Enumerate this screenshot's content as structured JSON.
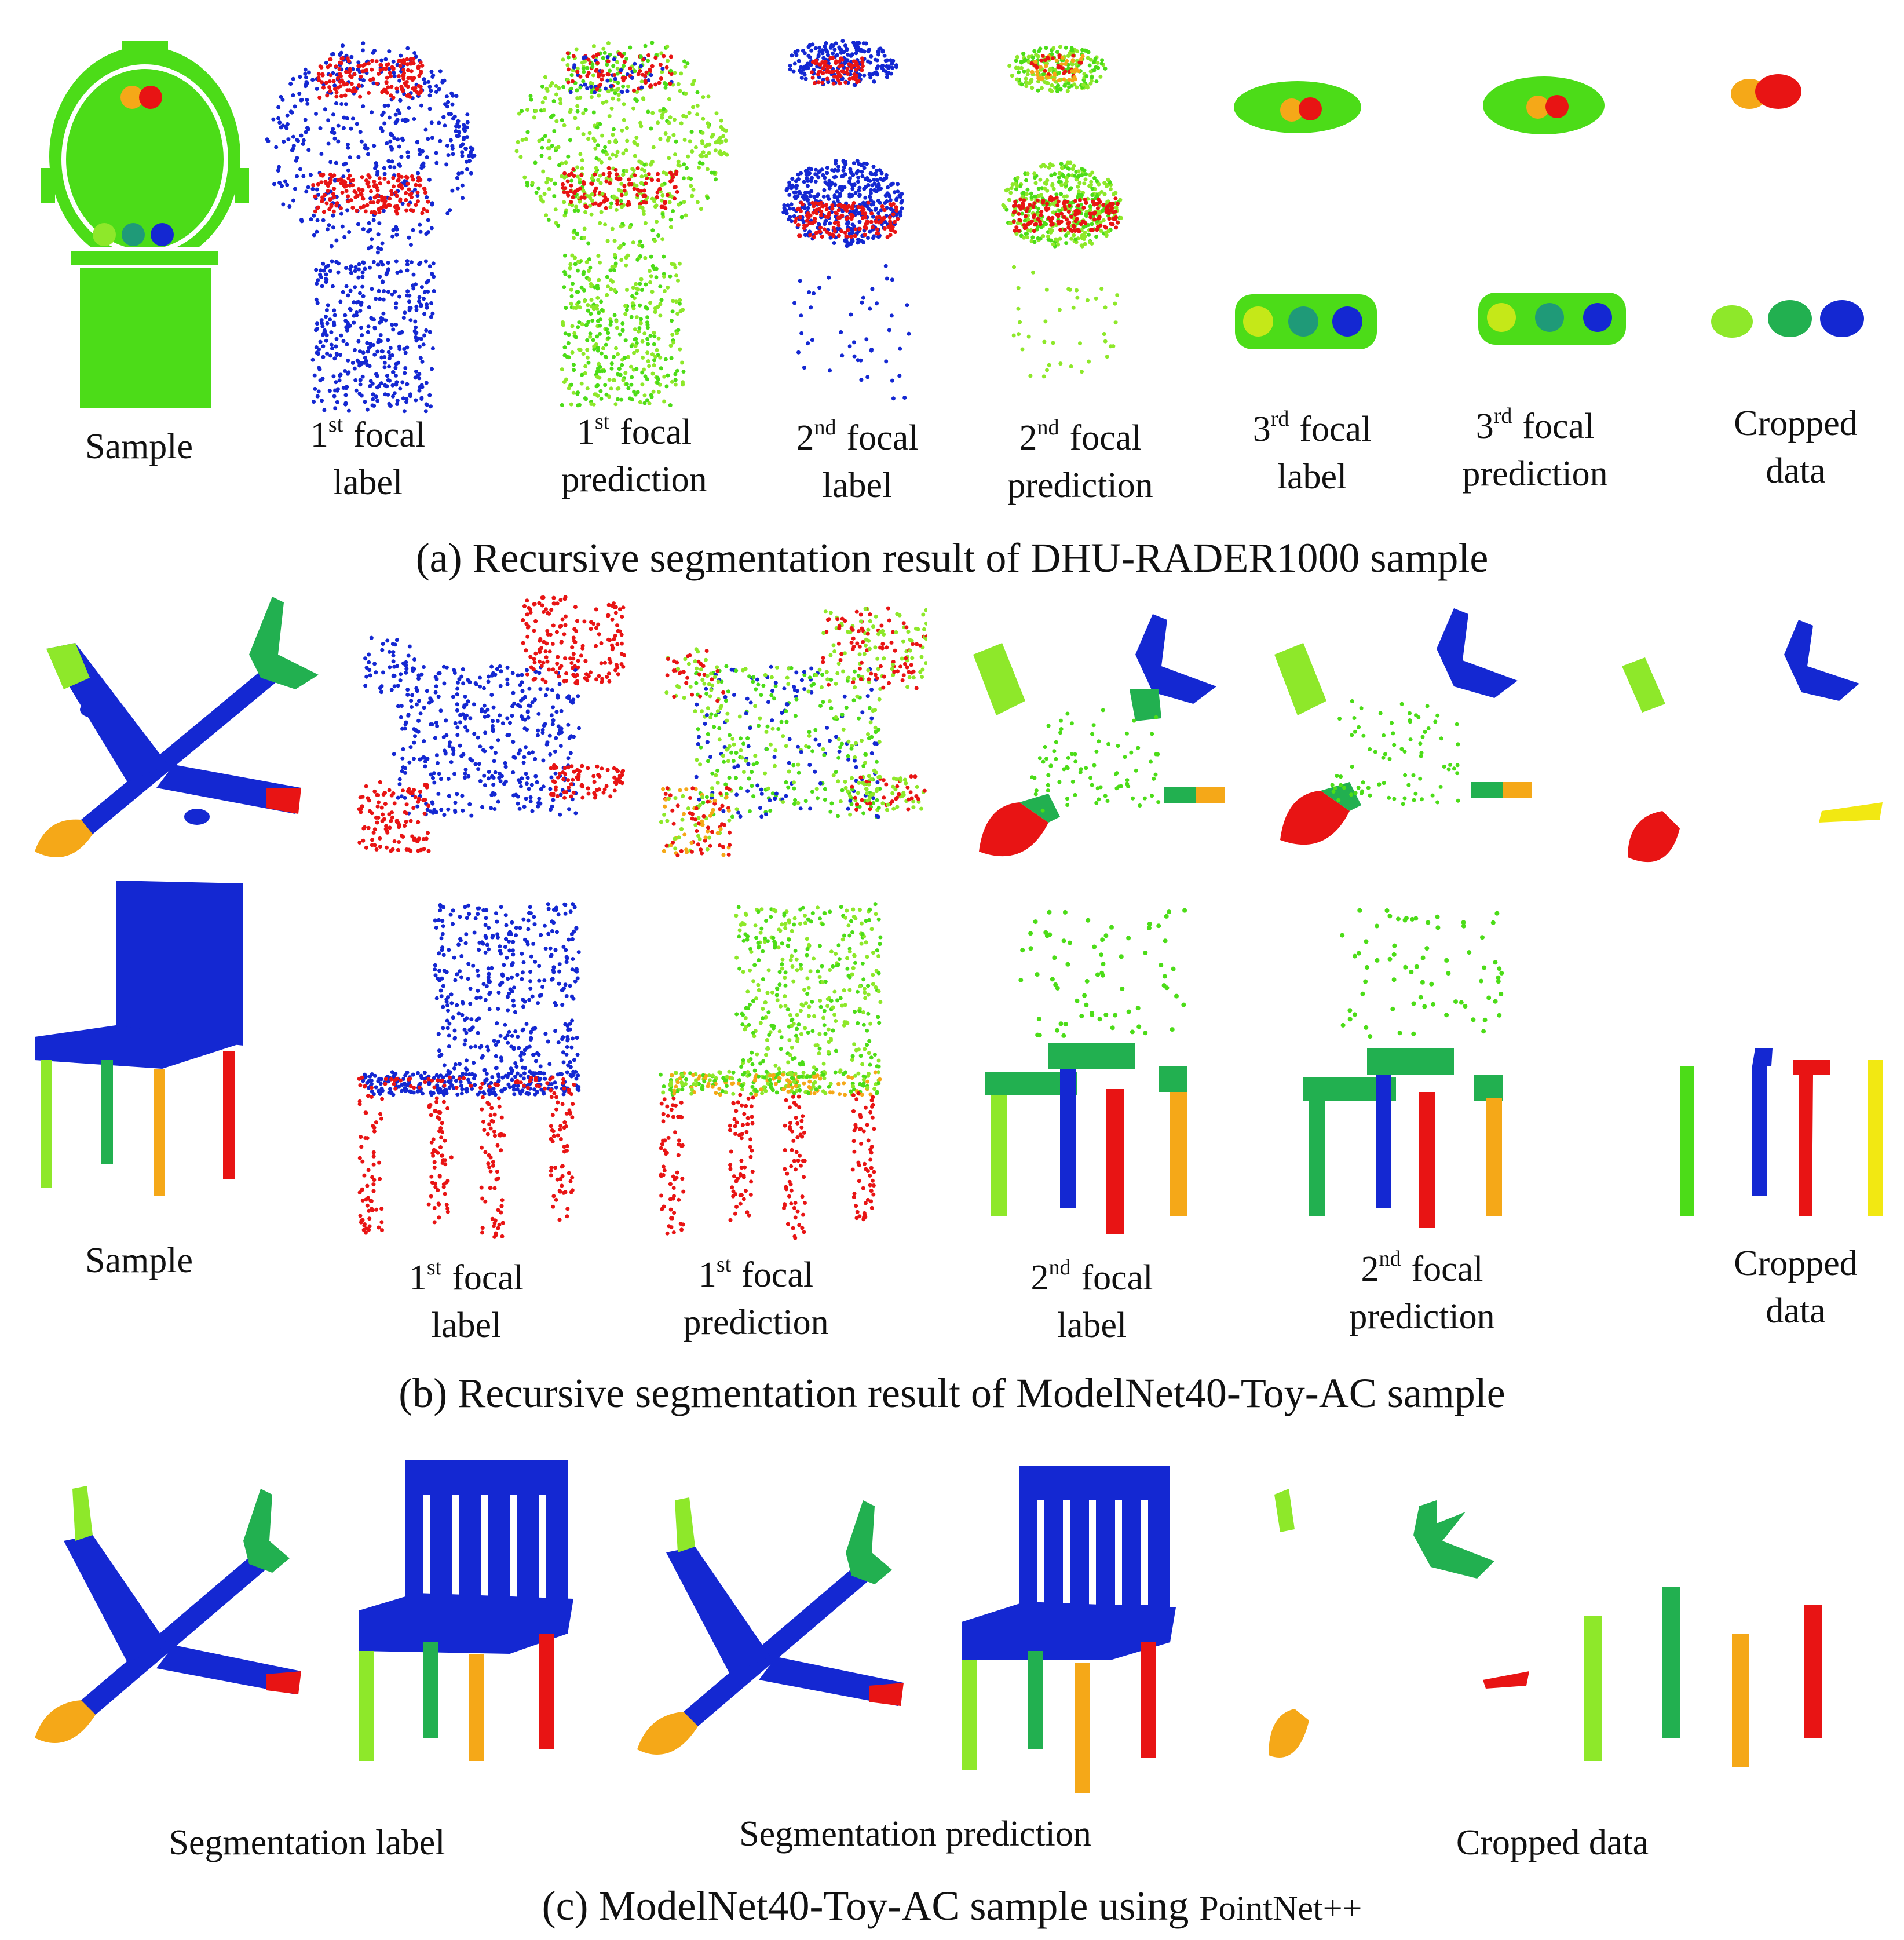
{
  "colors": {
    "green": "#4cdc18",
    "blue": "#1428d2",
    "red": "#e81414",
    "orange": "#f5a818",
    "lightgreen": "#8ee82a",
    "darkgreen": "#22b050",
    "teal": "#1f9a78",
    "yellow": "#f2e812"
  },
  "row_a": {
    "labels": {
      "sample": "Sample",
      "l1_ord": "st",
      "l1_a": "focal",
      "l1_b": "label",
      "p1_ord": "st",
      "p1_a": "focal",
      "p1_b": "prediction",
      "l2_ord": "nd",
      "l2_a": "focal",
      "l2_b": "label",
      "p2_ord": "nd",
      "p2_a": "focal",
      "p2_b": "prediction",
      "l3_ord": "rd",
      "l3_a": "focal",
      "l3_b": "label",
      "p3_ord": "rd",
      "p3_a": "focal",
      "p3_b": "prediction",
      "crop_a": "Cropped",
      "crop_b": "data"
    },
    "caption": "(a) Recursive  segmentation result of DHU-RADER1000 sample"
  },
  "row_b": {
    "labels": {
      "sample": "Sample",
      "l1_ord": "st",
      "l1_a": "focal",
      "l1_b": "label",
      "p1_ord": "st",
      "p1_a": "focal",
      "p1_b": "prediction",
      "l2_ord": "nd",
      "l2_a": "focal",
      "l2_b": "label",
      "p2_ord": "nd",
      "p2_a": "focal",
      "p2_b": "prediction",
      "crop_a": "Cropped",
      "crop_b": "data"
    },
    "caption": "(b) Recursive  segmentation result of  ModelNet40-Toy-AC sample"
  },
  "row_c": {
    "labels": {
      "seg_label": "Segmentation label",
      "seg_pred": "Segmentation prediction",
      "cropped": "Cropped data"
    },
    "caption_main": "(c) ModelNet40-Toy-AC sample using ",
    "caption_method": "PointNet++"
  }
}
